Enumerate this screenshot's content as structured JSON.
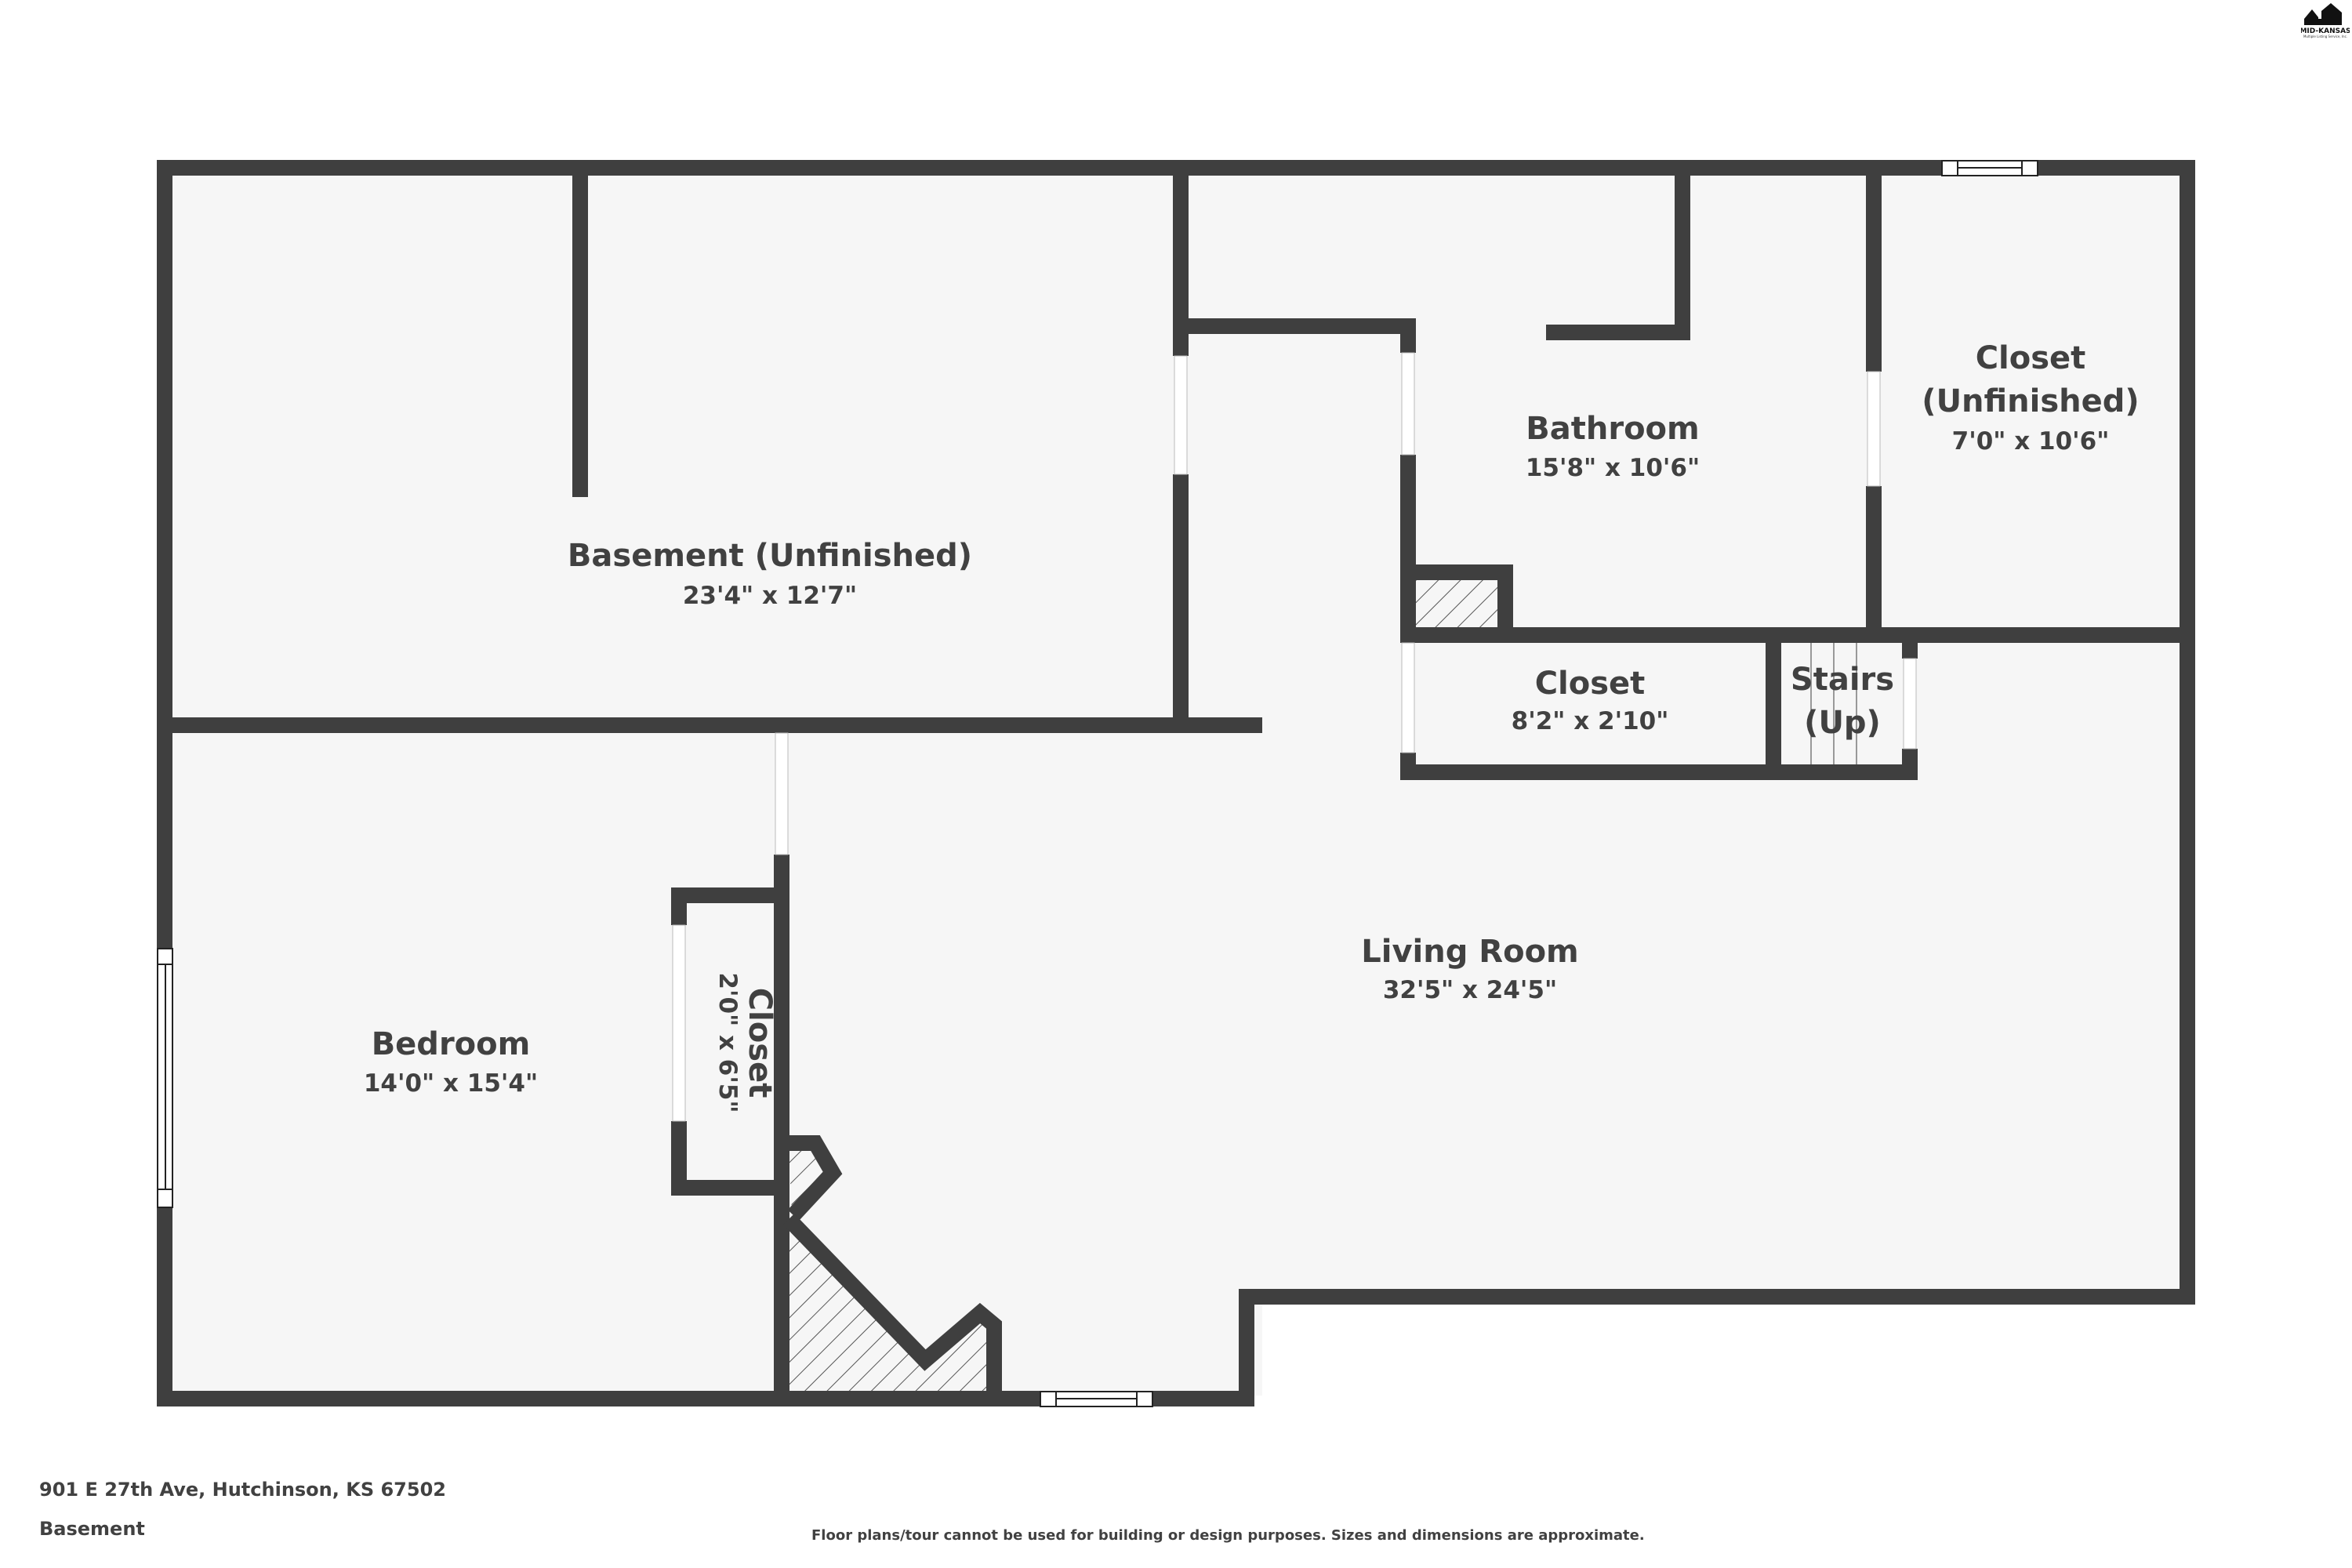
{
  "logo": {
    "brand": "MID-KANSAS",
    "subtitle": "Multiple Listing Service, Inc."
  },
  "plan": {
    "floor_fill": "#f6f6f6",
    "wall_color": "#3f3f3f",
    "text_color": "#414141",
    "rooms": {
      "basement": {
        "name": "Basement (Unfinished)",
        "dims": "23'4\" x 12'7\""
      },
      "bathroom": {
        "name": "Bathroom",
        "dims": "15'8\" x 10'6\""
      },
      "closet_unfinished": {
        "name_line1": "Closet",
        "name_line2": "(Unfinished)",
        "dims": "7'0\" x 10'6\""
      },
      "closet_hall": {
        "name": "Closet",
        "dims": "8'2\" x 2'10\""
      },
      "stairs": {
        "name_line1": "Stairs",
        "name_line2": "(Up)"
      },
      "living_room": {
        "name": "Living Room",
        "dims": "32'5\" x 24'5\""
      },
      "bedroom": {
        "name": "Bedroom",
        "dims": "14'0\" x 15'4\""
      },
      "closet_bedroom": {
        "name": "Closet",
        "dims": "2'0\" x 6'5\""
      }
    }
  },
  "footer": {
    "address": "901 E 27th Ave, Hutchinson, KS 67502",
    "level": "Basement",
    "disclaimer": "Floor plans/tour cannot be used for building or design purposes. Sizes and dimensions are approximate."
  }
}
